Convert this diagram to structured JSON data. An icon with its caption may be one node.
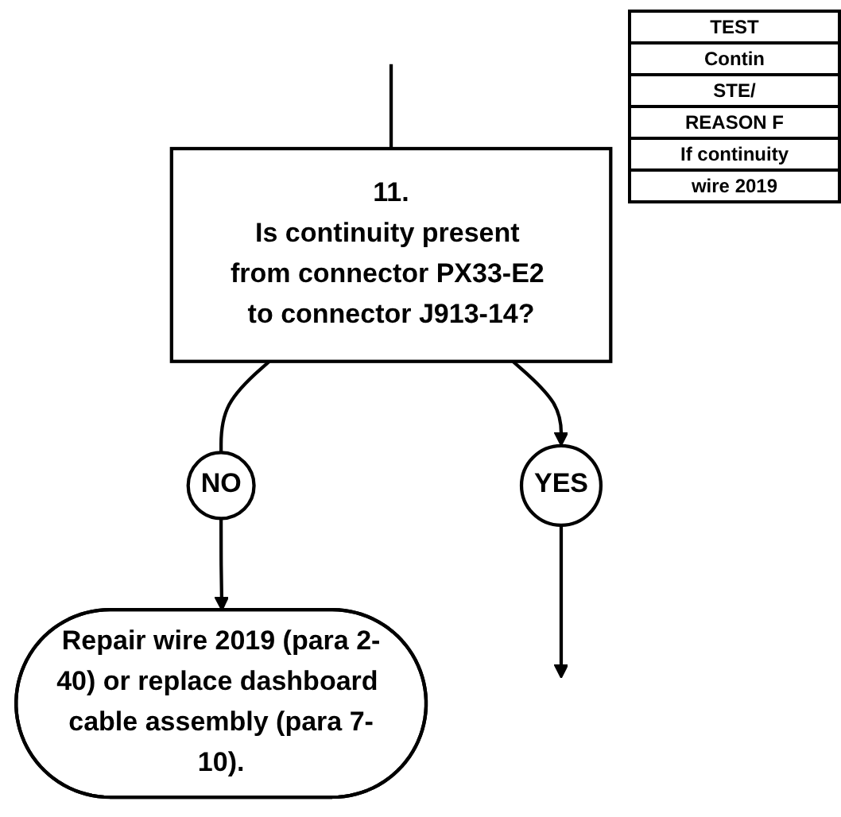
{
  "diagram": {
    "nodes": [
      {
        "text": [
          "11.",
          "Is continuity present from connector PX33-E2 to connector J913-14?"
        ]
      },
      {
        "text": [
          "NO"
        ]
      },
      {
        "text": [
          "YES"
        ]
      },
      {
        "text": [
          "Repair wire 2019 (para 2-40) or replace dashboard cable assembly (para 7-10)."
        ]
      }
    ],
    "edges": [
      {
        "from": null,
        "to": 0,
        "arrow": "none"
      },
      {
        "from": 0,
        "to": 1,
        "arrow": "none"
      },
      {
        "from": 1,
        "to": 3,
        "arrow": "to"
      },
      {
        "from": 0,
        "to": 2,
        "arrow": "to"
      },
      {
        "from": 2,
        "to": null,
        "arrow": "to"
      }
    ],
    "labels": [
      "TEST",
      "Contin",
      "STE/",
      "REASON F",
      "If continuity",
      "wire 2019"
    ]
  }
}
